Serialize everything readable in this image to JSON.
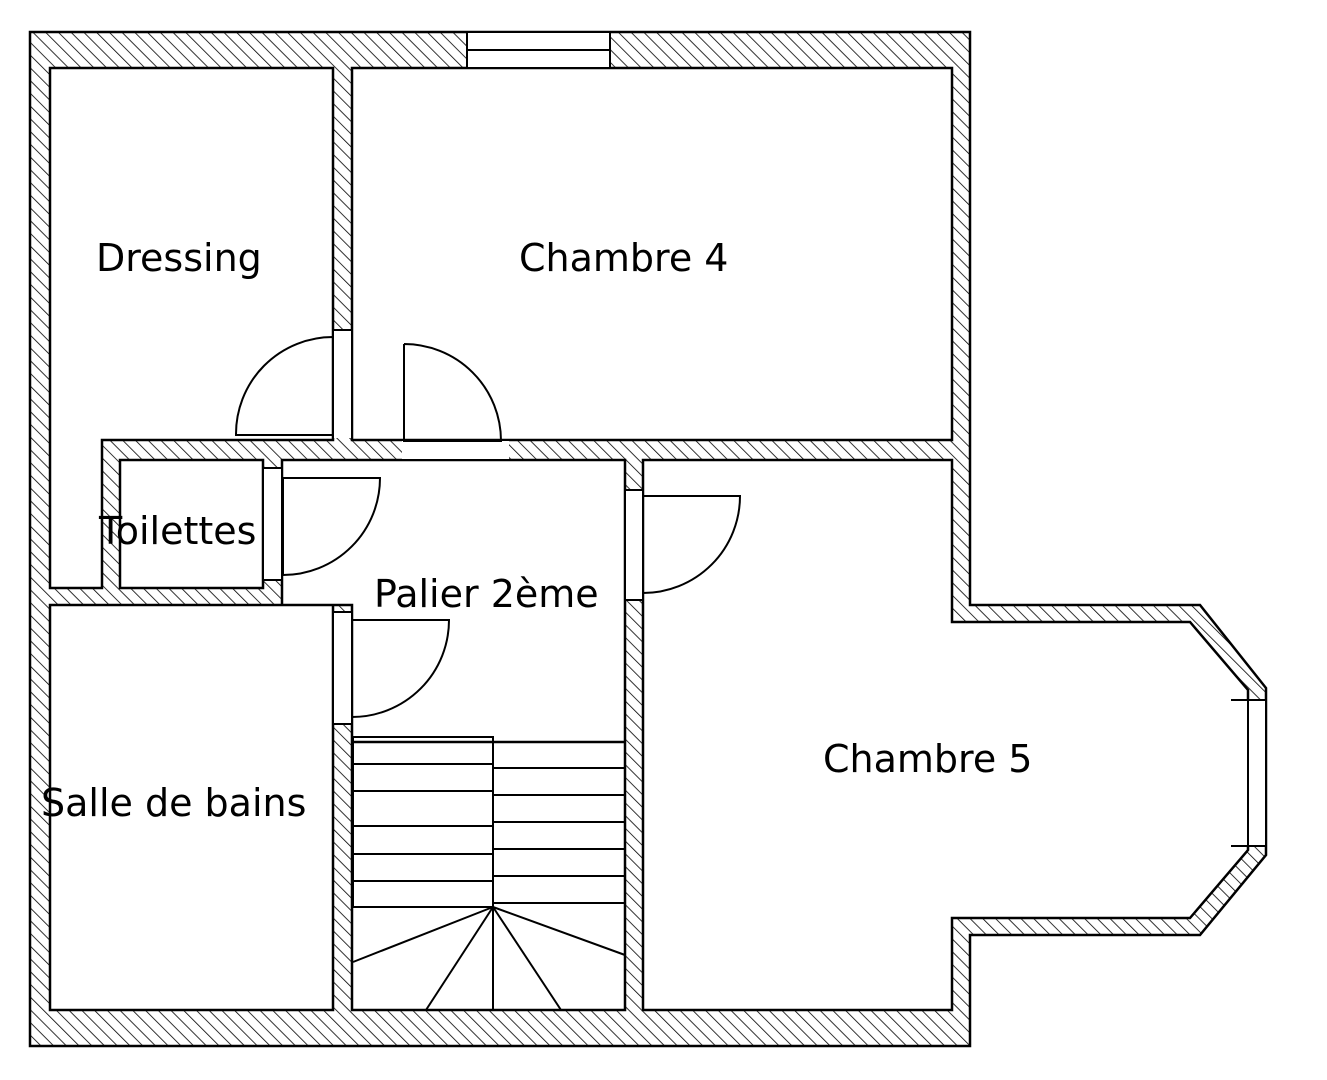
{
  "plan": {
    "rooms": [
      {
        "id": "dressing",
        "label": "Dressing"
      },
      {
        "id": "chambre-4",
        "label": "Chambre 4"
      },
      {
        "id": "toilettes",
        "label": "Toilettes"
      },
      {
        "id": "palier",
        "label": "Palier 2ème"
      },
      {
        "id": "salle-de-bains",
        "label": "Salle de bains"
      },
      {
        "id": "chambre-5",
        "label": "Chambre 5"
      }
    ]
  }
}
